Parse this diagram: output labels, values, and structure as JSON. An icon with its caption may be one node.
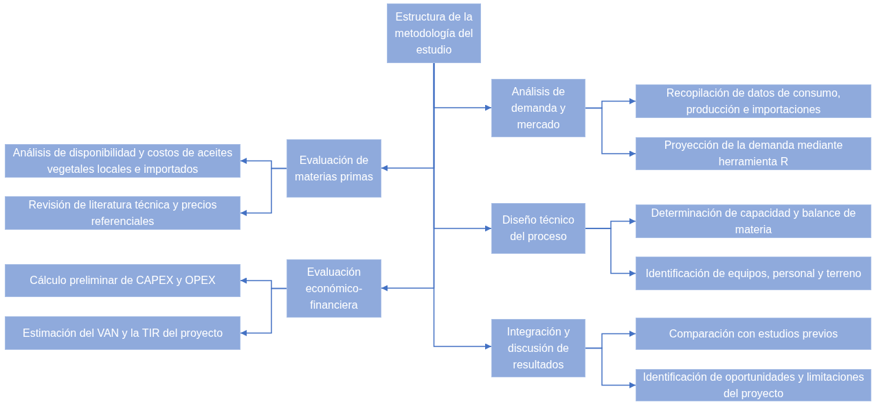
{
  "diagram": {
    "nodes": [
      {
        "text": [
          "Estructura de la metodología del estudio"
        ]
      },
      {
        "text": [
          "Análisis de demanda y mercado"
        ]
      },
      {
        "text": [
          "Recopilación de datos de consumo, producción e importaciones"
        ]
      },
      {
        "text": [
          "Proyección de la demanda mediante herramienta R"
        ]
      },
      {
        "text": [
          "Evaluación de materias primas"
        ]
      },
      {
        "text": [
          "Análisis de disponibilidad y costos de aceites vegetales locales e importados"
        ]
      },
      {
        "text": [
          "Revisión de literatura técnica y precios referenciales"
        ]
      },
      {
        "text": [
          "Diseño técnico del proceso"
        ]
      },
      {
        "text": [
          "Determinación de capacidad y balance de materia"
        ]
      },
      {
        "text": [
          "Identificación de equipos, personal y terreno"
        ]
      },
      {
        "text": [
          "Evaluación económico-financiera"
        ]
      },
      {
        "text": [
          "Cálculo preliminar de CAPEX y OPEX"
        ]
      },
      {
        "text": [
          "Estimación del VAN y la TIR del proyecto"
        ]
      },
      {
        "text": [
          "Integración y discusión de resultados"
        ]
      },
      {
        "text": [
          "Comparación con estudios previos"
        ]
      },
      {
        "text": [
          "Identificación de oportunidades y limitaciones del proyecto"
        ]
      }
    ],
    "edges": [
      {
        "from": 0,
        "to": 1,
        "arrow": "to"
      },
      {
        "from": 1,
        "to": 2,
        "arrow": "to"
      },
      {
        "from": 1,
        "to": 3,
        "arrow": "to"
      },
      {
        "from": 0,
        "to": 4,
        "arrow": "to"
      },
      {
        "from": 4,
        "to": 5,
        "arrow": "to"
      },
      {
        "from": 4,
        "to": 6,
        "arrow": "to"
      },
      {
        "from": 0,
        "to": 7,
        "arrow": "to"
      },
      {
        "from": 7,
        "to": 8,
        "arrow": "to"
      },
      {
        "from": 7,
        "to": 9,
        "arrow": "to"
      },
      {
        "from": 0,
        "to": 10,
        "arrow": "to"
      },
      {
        "from": 10,
        "to": 11,
        "arrow": "to"
      },
      {
        "from": 10,
        "to": 12,
        "arrow": "to"
      },
      {
        "from": 0,
        "to": 13,
        "arrow": "to"
      },
      {
        "from": 13,
        "to": 14,
        "arrow": "to"
      },
      {
        "from": 13,
        "to": 15,
        "arrow": "to"
      }
    ]
  }
}
